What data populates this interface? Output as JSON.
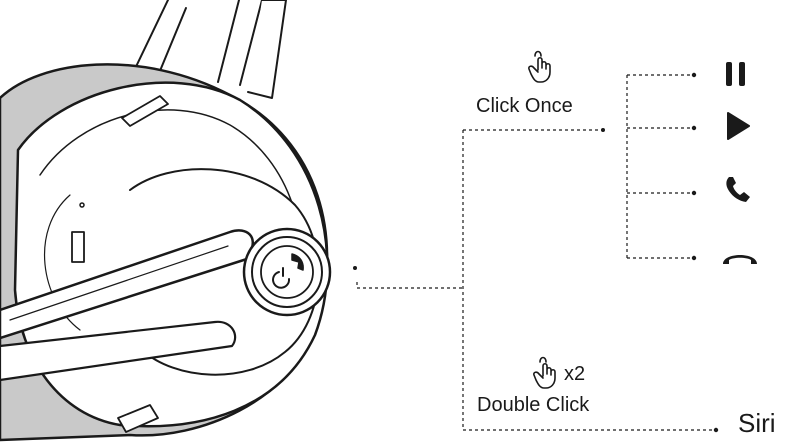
{
  "controls": {
    "click_once": {
      "label": "Click Once",
      "icon": "hand-tap-icon",
      "actions": [
        "pause-icon",
        "play-icon",
        "answer-call-icon",
        "end-call-icon"
      ]
    },
    "double_click": {
      "label": "Double Click",
      "count_label": "x2",
      "icon": "hand-tap-icon",
      "action": "Siri"
    }
  },
  "colors": {
    "line": "#1a1a1a",
    "ear_cushion": "#c9c9c9",
    "earcup": "#ffffff"
  }
}
